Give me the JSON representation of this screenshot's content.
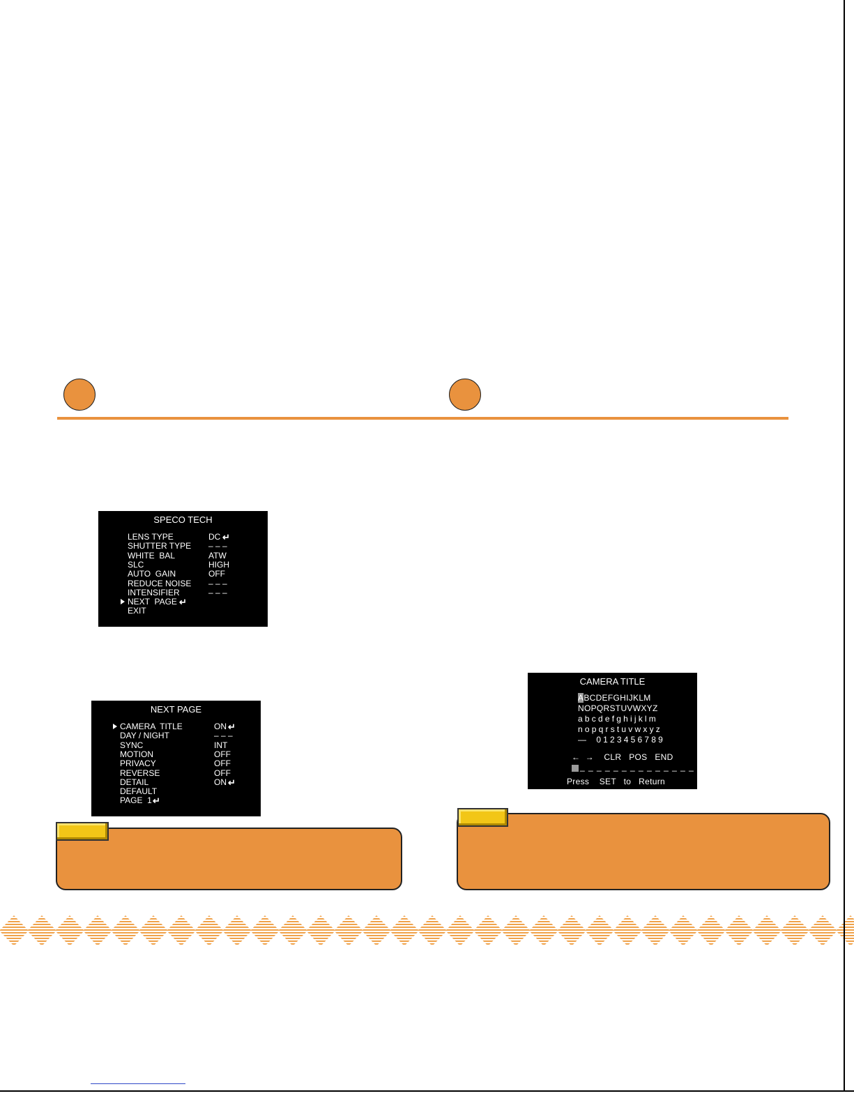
{
  "menu1": {
    "title": "SPECO TECH",
    "items": [
      {
        "label": "LENS TYPE",
        "value": "DC",
        "enter": true
      },
      {
        "label": "SHUTTER TYPE",
        "value": "– – –",
        "enter": false
      },
      {
        "label": "WHITE  BAL",
        "value": "ATW",
        "enter": false
      },
      {
        "label": "SLC",
        "value": "HIGH",
        "enter": false
      },
      {
        "label": "AUTO  GAIN",
        "value": "OFF",
        "enter": false
      },
      {
        "label": "REDUCE NOISE",
        "value": "– – –",
        "enter": false
      },
      {
        "label": "INTENSIFIER",
        "value": "– – –",
        "enter": false
      },
      {
        "label": "NEXT  PAGE",
        "value": "",
        "enter": true,
        "selected": true
      },
      {
        "label": "EXIT",
        "value": "",
        "enter": false
      }
    ]
  },
  "menu2": {
    "title": "NEXT   PAGE",
    "items": [
      {
        "label": "CAMERA  TITLE",
        "value": "ON",
        "enter": true,
        "selected": true
      },
      {
        "label": "DAY / NIGHT",
        "value": "– – –",
        "enter": false
      },
      {
        "label": "SYNC",
        "value": "INT",
        "enter": false
      },
      {
        "label": "MOTION",
        "value": "OFF",
        "enter": false
      },
      {
        "label": "PRIVACY",
        "value": "OFF",
        "enter": false
      },
      {
        "label": "REVERSE",
        "value": "OFF",
        "enter": false
      },
      {
        "label": "DETAIL",
        "value": "ON",
        "enter": true
      },
      {
        "label": "DEFAULT",
        "value": "",
        "enter": false
      },
      {
        "label": "PAGE  1",
        "value": "",
        "enter": true
      }
    ]
  },
  "menu3": {
    "title": "CAMERA TITLE",
    "highlight_char": "A",
    "row1_rest": "BCDEFGHIJKLM",
    "row2": "NOPQRSTUVWXYZ",
    "row3": "abcdefghijklm",
    "row4": "nopqrstuvwxyz",
    "row5_dash": "—",
    "row5_digits": "0123456789",
    "controls": "←  →    CLR   POS   END",
    "underscores": "_ _ _ _ _ _ _ _ _ _ _ _ _ _ _",
    "footer": "Press    SET   to   Return"
  },
  "enter_symbol": "↵",
  "colors": {
    "accent_orange": "#e9923e",
    "note_tab_yellow": "#f2c617",
    "osd_background": "#000000",
    "osd_text": "#ffffff",
    "link_blue": "#2f49c8"
  }
}
